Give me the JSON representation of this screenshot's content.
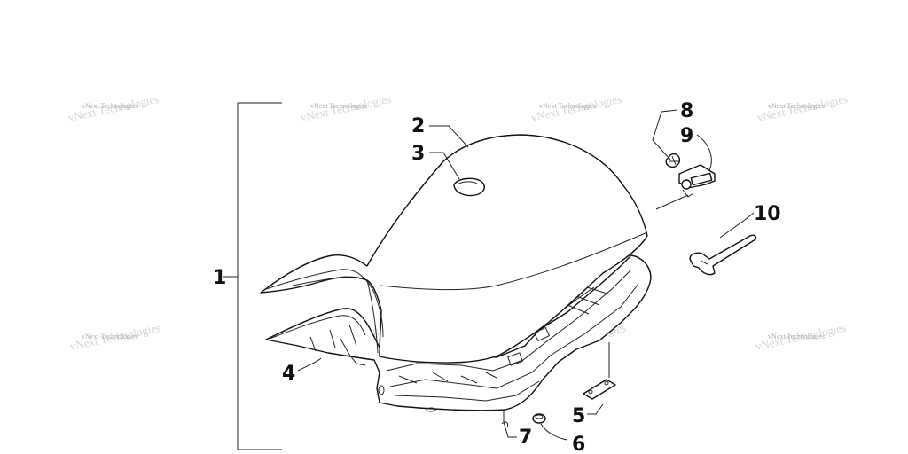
{
  "watermark": "vNext Technologies",
  "callouts": {
    "c1": "1",
    "c2": "2",
    "c3": "3",
    "c4": "4",
    "c5": "5",
    "c6": "6",
    "c7": "7",
    "c8": "8",
    "c9": "9",
    "c10": "10"
  }
}
